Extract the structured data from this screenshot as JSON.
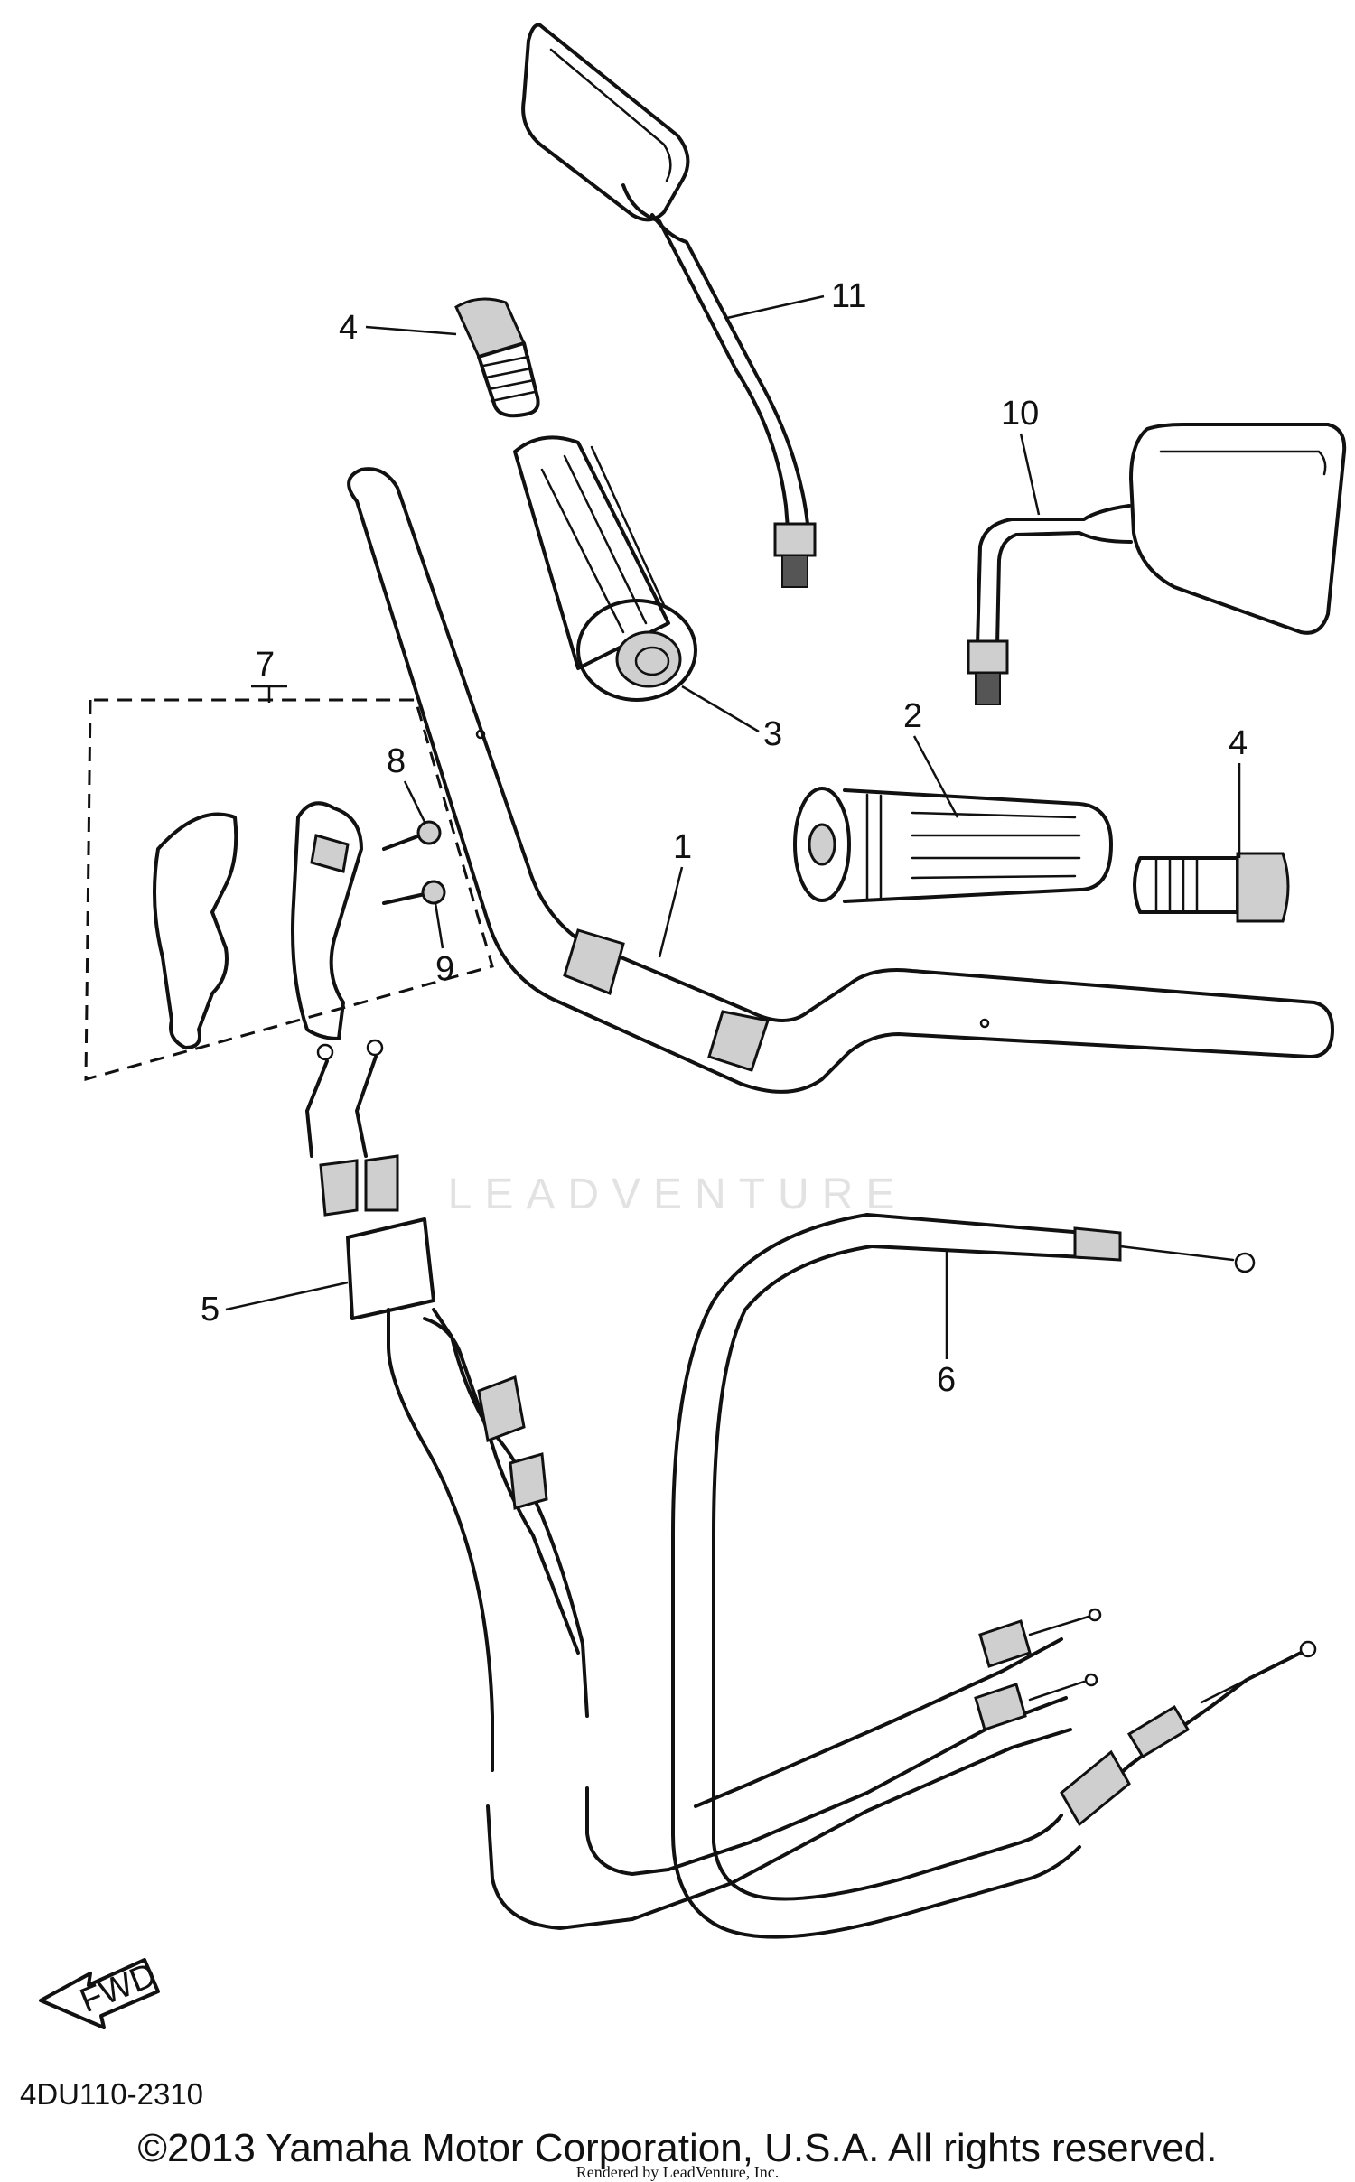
{
  "diagram": {
    "callouts": [
      "1",
      "2",
      "3",
      "4",
      "4",
      "5",
      "6",
      "7",
      "8",
      "9",
      "10",
      "11"
    ],
    "fwd_label": "FWD",
    "part_number": "4DU110-2310",
    "watermark": "LEADVENTURE",
    "copyright": "©2013 Yamaha Motor Corporation, U.S.A. All rights reserved.",
    "rendered_by": "Rendered by LeadVenture, Inc."
  }
}
